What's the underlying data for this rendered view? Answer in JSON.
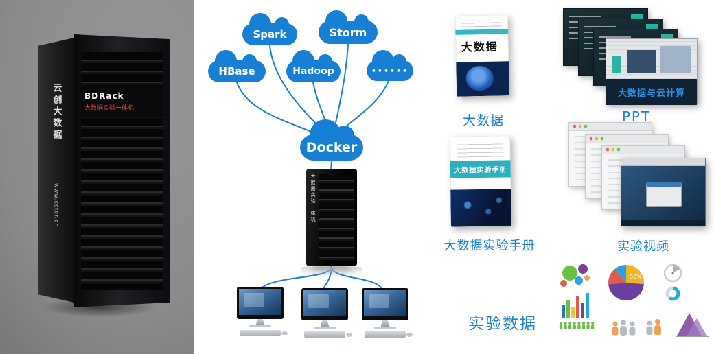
{
  "colors": {
    "accent_blue": "#1780d4"
  },
  "left_panel": {
    "rack": {
      "title": "BDRack",
      "subtitle": "大数据实验一体机",
      "side_brand": "云创大数据",
      "side_url": "www.cstor.cn"
    }
  },
  "diagram": {
    "clouds": [
      {
        "label": "Spark"
      },
      {
        "label": "Storm"
      },
      {
        "label": "HBase"
      },
      {
        "label": "Hadoop"
      },
      {
        "label": "••••••"
      },
      {
        "label": "Docker"
      }
    ],
    "rack_label": "大数据实验一体机"
  },
  "products": {
    "book_bigdata": {
      "cover_title": "大数据",
      "caption": "大数据"
    },
    "ppt": {
      "front_slide_title": "大数据与云计算",
      "caption": "PPT"
    },
    "manual": {
      "cover_title": "大数据实验手册",
      "caption": "大数据实验手册"
    },
    "videos": {
      "caption": "实验视频"
    },
    "exp_data": {
      "caption": "实验数据",
      "pie_label": "50%"
    }
  }
}
